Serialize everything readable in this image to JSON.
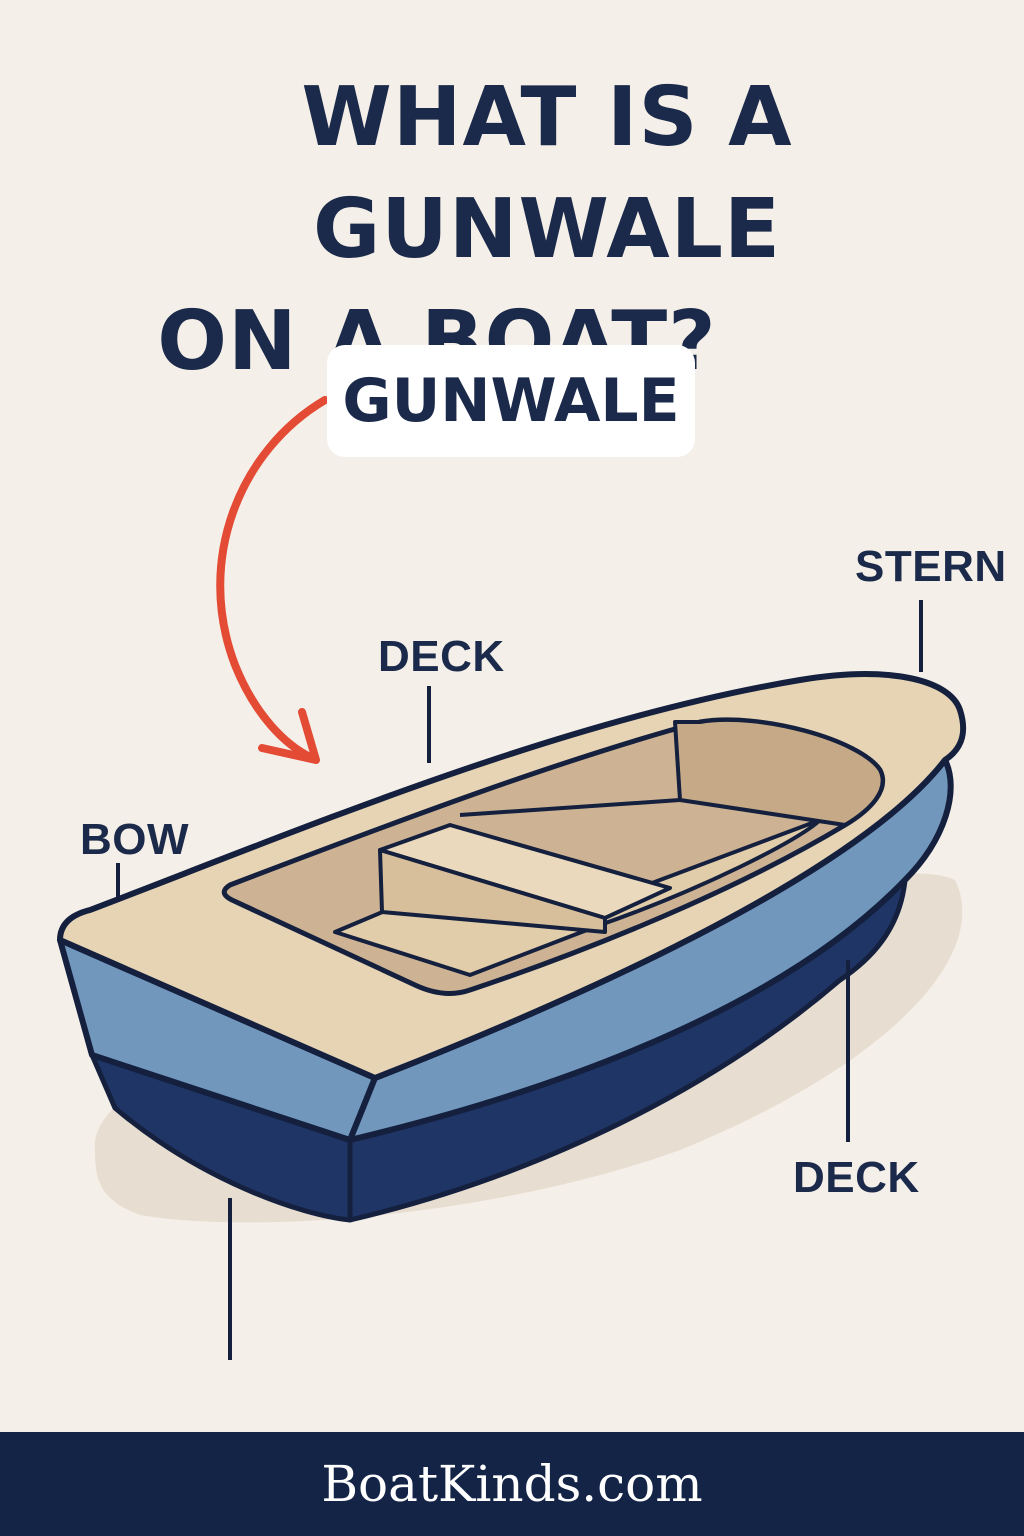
{
  "title": {
    "line1": "WHAT IS A GUNWALE",
    "line2": "ON A BOAT?"
  },
  "callout": {
    "label": "GUNWALE",
    "arrow_color": "#e34b35"
  },
  "labels": {
    "stern": "STERN",
    "deck_top": "DECK",
    "bow": "BOW",
    "deck_bottom": "DECK"
  },
  "colors": {
    "background": "#f4efe8",
    "title": "#1b2a4a",
    "hull_light": "#7197bd",
    "hull_dark": "#1f3566",
    "deck": "#e6d4b5",
    "interior": "#cdb393",
    "footer": "#142447"
  },
  "footer": {
    "brand": "BoatKinds.com"
  }
}
